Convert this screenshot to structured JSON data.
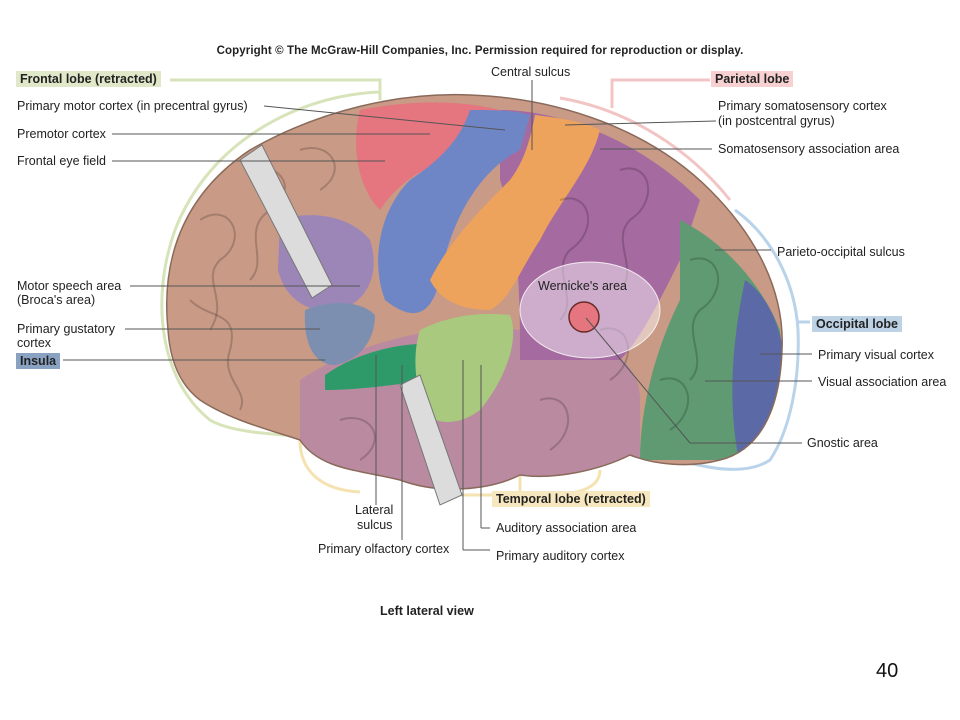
{
  "copyright": "Copyright © The McGraw-Hill Companies, Inc. Permission required for reproduction or display.",
  "view_label": "Left lateral view",
  "page_number": "40",
  "labels": {
    "frontal_lobe": "Frontal lobe (retracted)",
    "primary_motor": "Primary motor cortex (in precentral gyrus)",
    "premotor": "Premotor cortex",
    "frontal_eye": "Frontal eye field",
    "motor_speech_1": "Motor speech area",
    "motor_speech_2": "(Broca's area)",
    "gustatory_1": "Primary gustatory",
    "gustatory_2": "cortex",
    "insula": "Insula",
    "central_sulcus": "Central sulcus",
    "parietal_lobe": "Parietal lobe",
    "somatosensory_1": "Primary somatosensory cortex",
    "somatosensory_2": "(in postcentral gyrus)",
    "somato_assoc": "Somatosensory association area",
    "parieto_occipital": "Parieto-occipital sulcus",
    "wernicke": "Wernicke's area",
    "occipital_lobe": "Occipital lobe",
    "primary_visual": "Primary visual cortex",
    "visual_assoc": "Visual association area",
    "gnostic": "Gnostic area",
    "temporal_lobe": "Temporal lobe (retracted)",
    "lateral_1": "Lateral",
    "lateral_2": "sulcus",
    "auditory_assoc": "Auditory association area",
    "olfactory": "Primary olfactory cortex",
    "primary_auditory": "Primary auditory cortex"
  },
  "colors": {
    "frontal": "#c99a86",
    "primary_motor": "#6f86c6",
    "premotor": "#e5757f",
    "somatosensory": "#eea35c",
    "parietal_assoc": "#a56aa0",
    "occipital": "#5f9a72",
    "primary_visual": "#5b6aa6",
    "temporal": "#b98aa0",
    "insula_green": "#2e9a6a",
    "auditory": "#a8c97e",
    "bracket_green": "#d7e3b8",
    "bracket_pink": "#f2c4c4",
    "bracket_blue": "#b9d3ea",
    "bracket_yellow": "#f4e2b0"
  }
}
